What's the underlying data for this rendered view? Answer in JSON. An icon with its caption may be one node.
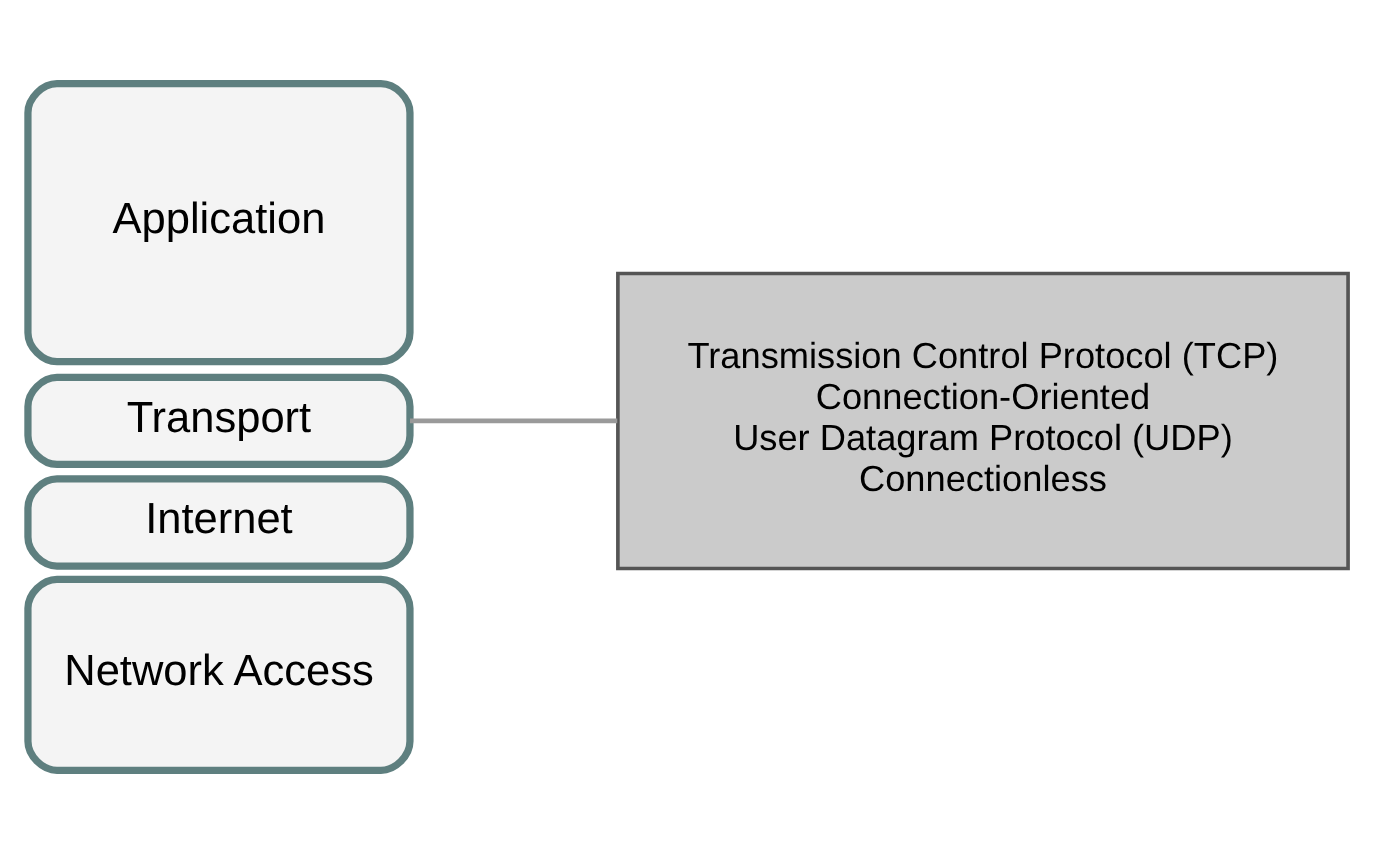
{
  "diagram": {
    "nodes": [
      {
        "text": [
          "Application"
        ]
      },
      {
        "text": [
          "Transport"
        ]
      },
      {
        "text": [
          "Internet"
        ]
      },
      {
        "text": [
          "Network Access"
        ]
      },
      {
        "text": [
          "Transmission Control Protocol (TCP)",
          "Connection-Oriented",
          "User Datagram Protocol (UDP)",
          "Connectionless"
        ]
      }
    ],
    "edges": [
      {
        "from": 1,
        "to": 4,
        "arrow": "none"
      }
    ]
  }
}
